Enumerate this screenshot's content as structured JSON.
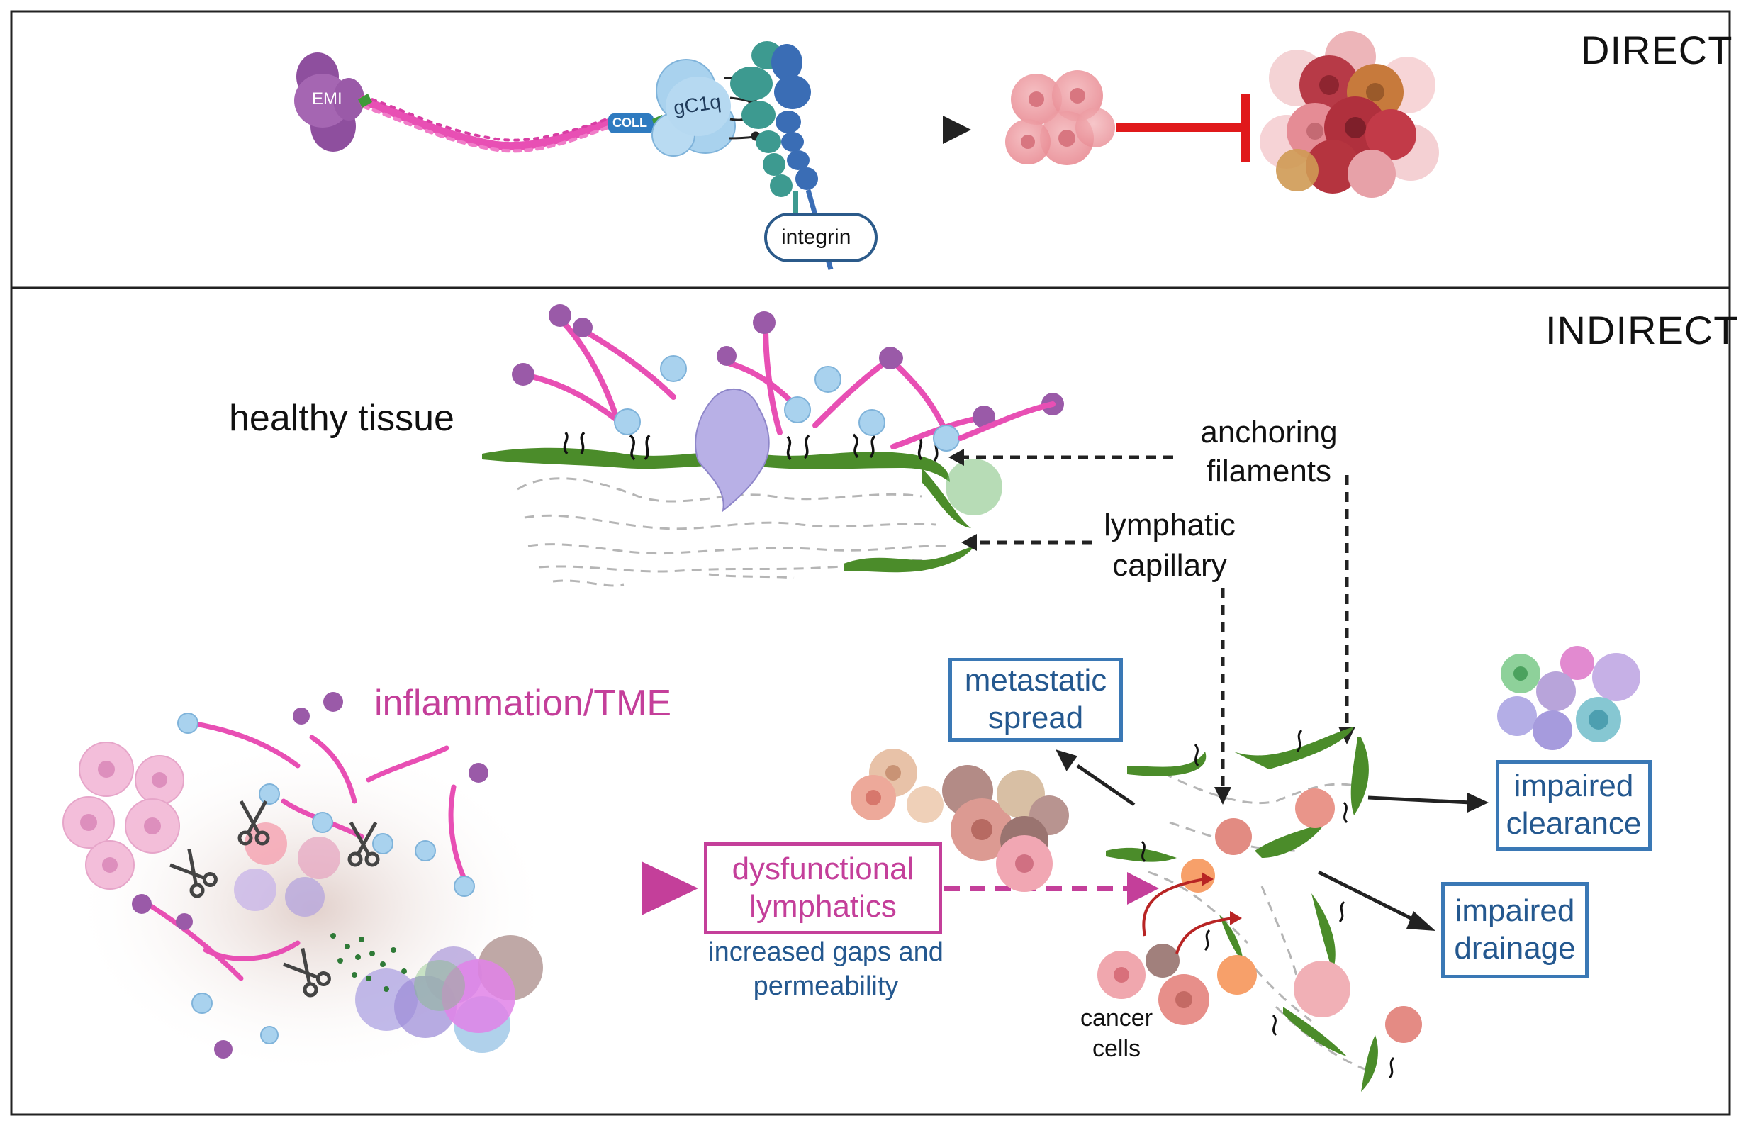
{
  "panels": {
    "direct": {
      "header": "DIRECT"
    },
    "indirect": {
      "header": "INDIRECT"
    }
  },
  "direct_labels": {
    "emi": "EMI",
    "coll": "COLL",
    "gc1q": "gC1q",
    "integrin": "integrin"
  },
  "healthy": {
    "title": "healthy tissue",
    "anchoring_1": "anchoring",
    "anchoring_2": "filaments",
    "capillary_1": "lymphatic",
    "capillary_2": "capillary"
  },
  "tme": {
    "title": "inflammation/TME",
    "dysfunctional_1": "dysfunctional",
    "dysfunctional_2": "lymphatics",
    "gaps_1": "increased gaps and",
    "gaps_2": "permeability",
    "metastatic_1": "metastatic",
    "metastatic_2": "spread",
    "clearance_1": "impaired",
    "clearance_2": "clearance",
    "drainage_1": "impaired",
    "drainage_2": "drainage",
    "cancer_1": "cancer",
    "cancer_2": "cells"
  },
  "colors": {
    "border": "#222222",
    "emi_purple": "#9a5aa8",
    "collagen_pink": "#e84fb4",
    "coll_blue": "#2f7bc0",
    "gc1q_light_blue": "#a9d2ee",
    "integrin_teal": "#3d9a90",
    "integrin_blue": "#3a6db5",
    "lymphatic_green": "#4b8c2a",
    "inhibit_red": "#e0191b",
    "box_blue": "#3a78b5",
    "magenta": "#c43f9a"
  }
}
